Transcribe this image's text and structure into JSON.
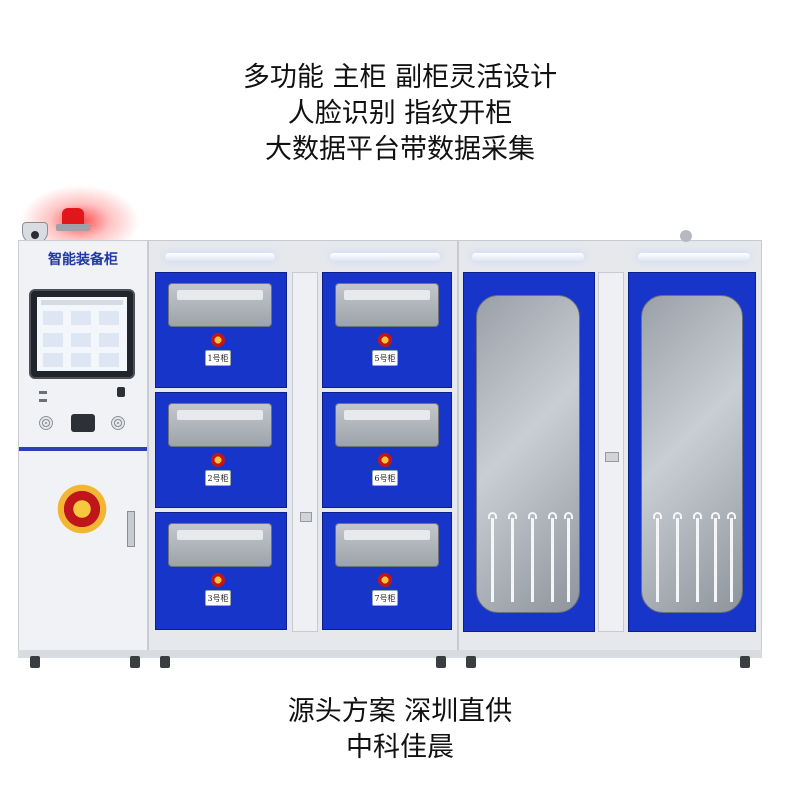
{
  "headline_top": [
    "多功能 主柜 副柜灵活设计",
    "人脸识别 指纹开柜",
    "大数据平台带数据采集"
  ],
  "headline_bottom": [
    "源头方案 深圳直供",
    "中科佳晨"
  ],
  "cabinet_label": "智能装备柜",
  "drawer_labels": {
    "d1": "1号柜",
    "d2": "2号柜",
    "d3": "3号柜",
    "d5": "5号柜",
    "d6": "6号柜",
    "d7": "7号柜"
  },
  "colors": {
    "panel_blue": "#1736c9",
    "alarm_red": "#e0161b",
    "frame": "#e6e8ec",
    "emblem_red": "#c0161b",
    "emblem_gold": "#f2b632"
  },
  "icons": [
    "alarm-light-icon",
    "camera-icon",
    "police-emblem-icon",
    "fingerprint-reader-icon",
    "speaker-icon"
  ]
}
